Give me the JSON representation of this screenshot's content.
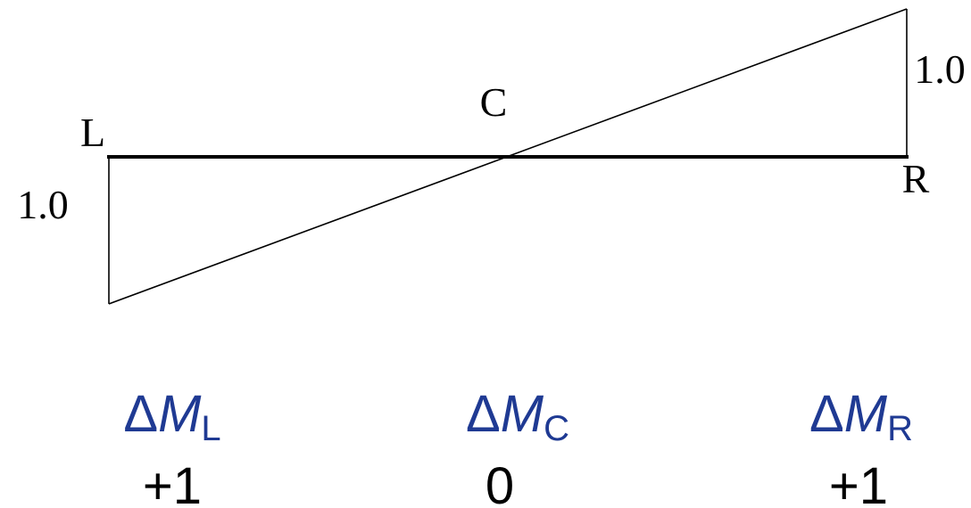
{
  "diagram": {
    "point_labels": {
      "left": "L",
      "center": "C",
      "right": "R"
    },
    "ordinates": {
      "left": "1.0",
      "right": "1.0"
    },
    "moments": [
      {
        "symbol": "Δ",
        "variable": "M",
        "subscript": "L",
        "value": "+1"
      },
      {
        "symbol": "Δ",
        "variable": "M",
        "subscript": "C",
        "value": "0"
      },
      {
        "symbol": "Δ",
        "variable": "M",
        "subscript": "R",
        "value": "+1"
      }
    ],
    "colors": {
      "moment_label": "#1f3a93",
      "lines": "#000000",
      "values": "#000000"
    }
  }
}
